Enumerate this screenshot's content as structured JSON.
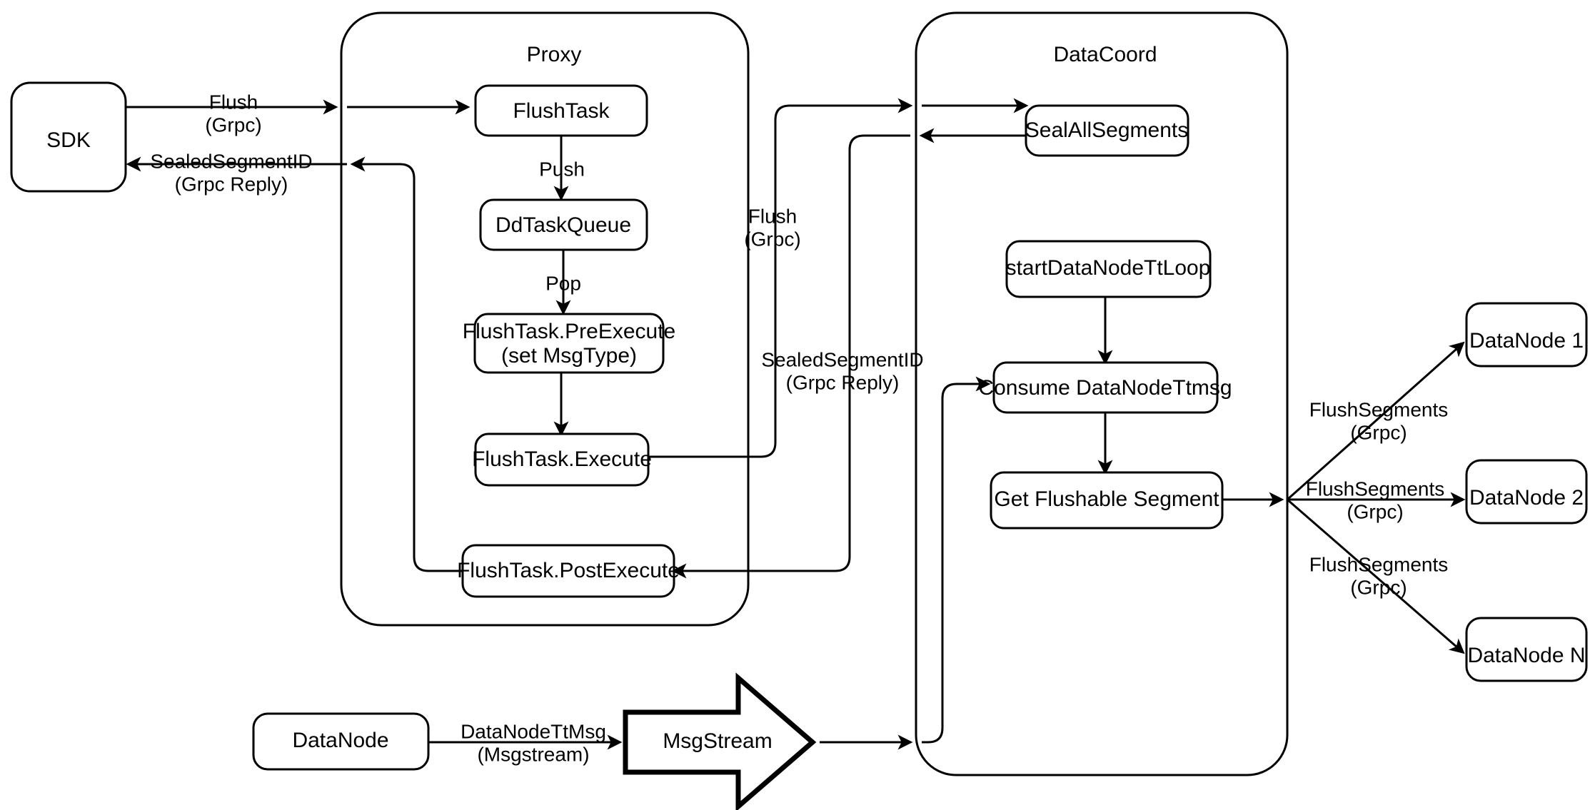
{
  "diagram": {
    "title": "Milvus Flush Sequence Architecture",
    "background_color": "#ffffff",
    "stroke_color": "#000000",
    "fill_color": "#ffffff"
  },
  "containers": [
    {
      "id": "proxy",
      "label": "Proxy"
    },
    {
      "id": "datacoord",
      "label": "DataCoord"
    }
  ],
  "nodes": {
    "sdk": {
      "label": "SDK"
    },
    "flush_task": {
      "label": "FlushTask"
    },
    "dd_task_queue": {
      "label": "DdTaskQueue"
    },
    "pre_execute_line1": {
      "label": "FlushTask.PreExecute"
    },
    "pre_execute_line2": {
      "label": "(set MsgType)"
    },
    "execute": {
      "label": "FlushTask.Execute"
    },
    "post_execute": {
      "label": "FlushTask.PostExecute"
    },
    "seal_all_segments": {
      "label": "SealAllSegments"
    },
    "start_tt_loop": {
      "label": "startDataNodeTtLoop"
    },
    "consume_ttmsg": {
      "label": "Consume DataNodeTtmsg"
    },
    "get_flushable": {
      "label": "Get Flushable Segment"
    },
    "data_node_1": {
      "label": "DataNode 1"
    },
    "data_node_2": {
      "label": "DataNode 2"
    },
    "data_node_n": {
      "label": "DataNode N"
    },
    "data_node_source": {
      "label": "DataNode"
    },
    "msg_stream": {
      "label": "MsgStream"
    }
  },
  "edge_labels": {
    "sdk_to_proxy_l1": {
      "label": "Flush"
    },
    "sdk_to_proxy_l2": {
      "label": "(Grpc)"
    },
    "proxy_to_sdk_l1": {
      "label": "SealedSegmentID"
    },
    "proxy_to_sdk_l2": {
      "label": "(Grpc Reply)"
    },
    "push": {
      "label": "Push"
    },
    "pop": {
      "label": "Pop"
    },
    "proxy_to_coord_l1": {
      "label": "Flush"
    },
    "proxy_to_coord_l2": {
      "label": "(Grpc)"
    },
    "coord_to_proxy_l1": {
      "label": "SealedSegmentID"
    },
    "coord_to_proxy_l2": {
      "label": "(Grpc Reply)"
    },
    "flush_seg_1_l1": {
      "label": "FlushSegments"
    },
    "flush_seg_1_l2": {
      "label": "(Grpc)"
    },
    "flush_seg_2_l1": {
      "label": "FlushSegments"
    },
    "flush_seg_2_l2": {
      "label": "(Grpc)"
    },
    "flush_seg_n_l1": {
      "label": "FlushSegments"
    },
    "flush_seg_n_l2": {
      "label": "(Grpc)"
    },
    "datanode_ttmsg_l1": {
      "label": "DataNodeTtMsg"
    },
    "datanode_ttmsg_l2": {
      "label": "(Msgstream)"
    }
  }
}
